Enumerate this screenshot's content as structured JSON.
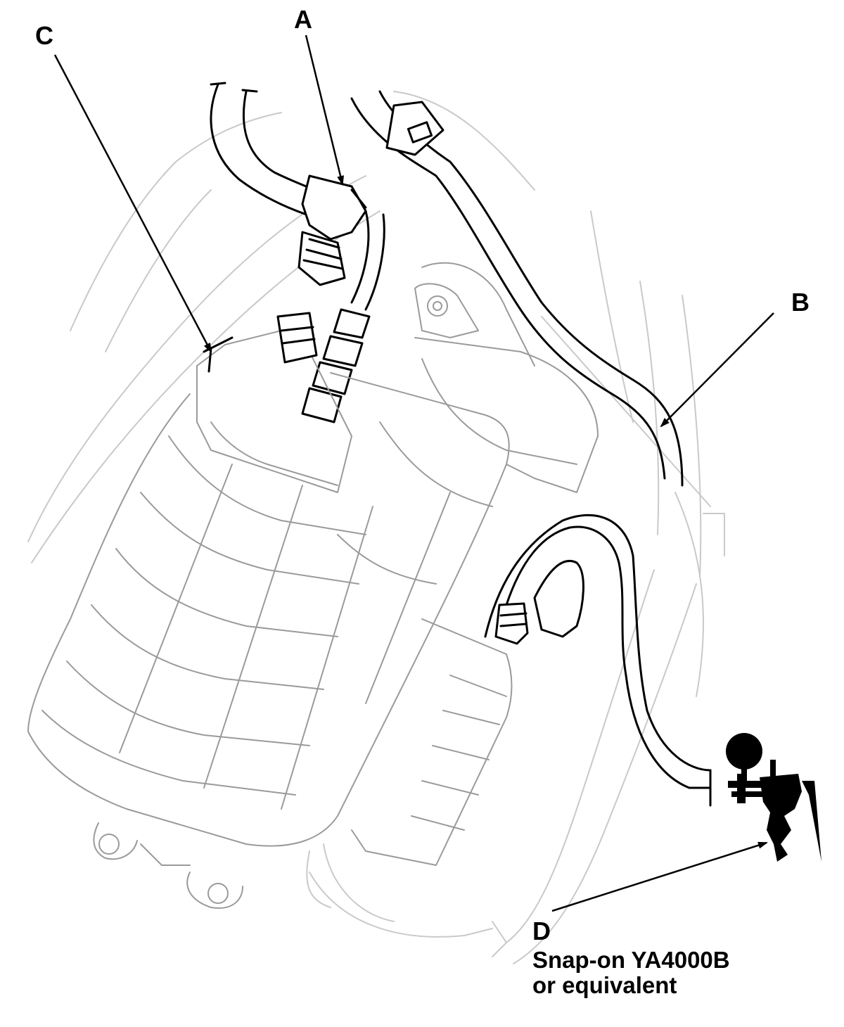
{
  "callouts": {
    "a": "A",
    "b": "B",
    "c": "C",
    "d": "D"
  },
  "tool": {
    "line1": "Snap-on YA4000B",
    "line2": "or equivalent"
  }
}
